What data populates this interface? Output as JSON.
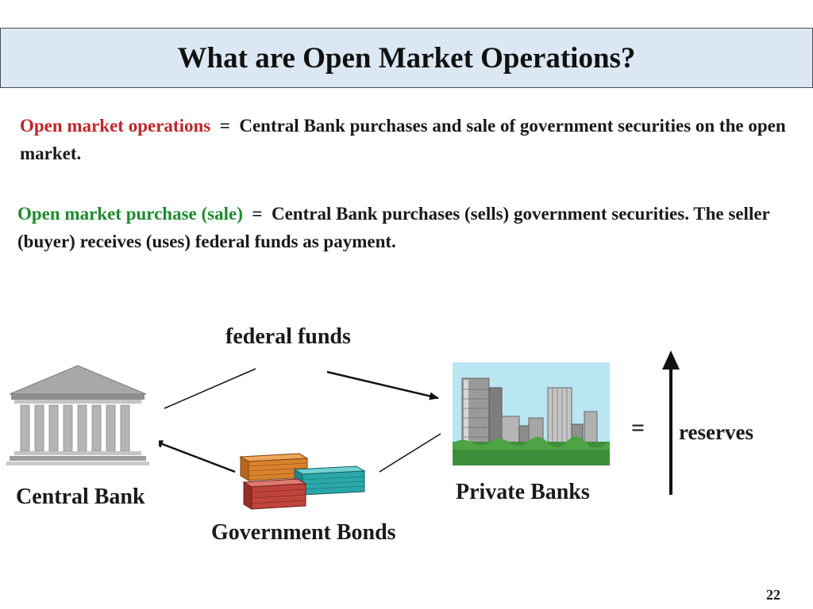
{
  "slide": {
    "title": "What are Open Market Operations?",
    "page_number": "22"
  },
  "definitions": [
    {
      "term": "Open market operations",
      "equals": "=",
      "text": "Central Bank purchases and sale of government securities on the open market.",
      "term_color": "#c0262a"
    },
    {
      "term": "Open market purchase (sale)",
      "equals": "=",
      "text": "Central Bank purchases (sells) government securities.  The seller (buyer) receives (uses) federal funds as payment.",
      "term_color": "#1e8a2e"
    }
  ],
  "diagram": {
    "flow_top_label": "federal funds",
    "left_node": "Central Bank",
    "right_node": "Private Banks",
    "bottom_label": "Government Bonds",
    "equals_sign": "=",
    "result_label": "reserves"
  },
  "colors": {
    "title_bar_bg": "#dbe8f4",
    "sky": "#b9e6f2",
    "grass": "#3f8f3a",
    "bond_orange": "#d9822b",
    "bond_teal": "#2aa7a8",
    "bond_red": "#c0443c"
  },
  "icons": {
    "central_bank": "bank-building-icon",
    "private_banks": "city-skyline-icon",
    "government_bonds": "banknote-stacks-icon",
    "reserves_arrow": "arrow-up-icon"
  }
}
